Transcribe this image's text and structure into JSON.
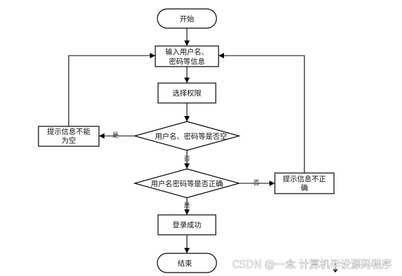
{
  "nodes": {
    "start": "开始",
    "input_info": [
      "输入用户名、",
      "密码等信息"
    ],
    "select_role": "选择权限",
    "check_empty": "用户名、密码等是否空",
    "prompt_empty": [
      "提示信息不能",
      "为空"
    ],
    "check_correct": "用户名密码等是否正确",
    "prompt_incorrect": [
      "提示信息不正",
      "确"
    ],
    "login_success": "登录成功",
    "end": "结束"
  },
  "edges": {
    "yes_empty": "是",
    "no_empty": "否",
    "yes_correct": "是",
    "no_correct": "否"
  },
  "watermark": "CSDN @一念 计算机毕设源码程序"
}
